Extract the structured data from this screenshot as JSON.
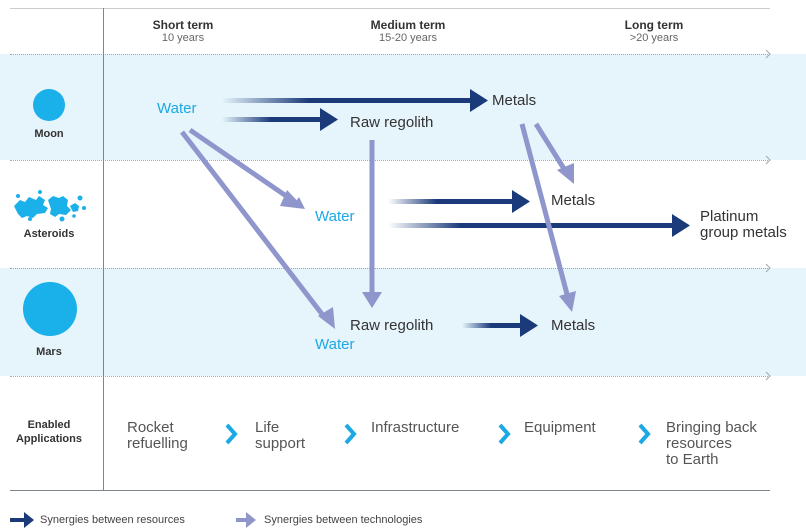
{
  "columns": [
    {
      "title": "Short term",
      "sub": "10 years"
    },
    {
      "title": "Medium term",
      "sub": "15-20 years"
    },
    {
      "title": "Long term",
      "sub": ">20 years"
    }
  ],
  "rows": {
    "moon": "Moon",
    "asteroids": "Asteroids",
    "mars": "Mars",
    "applications": "Enabled\nApplications"
  },
  "nodes": {
    "moon_water": "Water",
    "moon_metals": "Metals",
    "moon_regolith": "Raw regolith",
    "ast_water": "Water",
    "ast_metals": "Metals",
    "ast_platinum": "Platinum\ngroup metals",
    "mars_regolith": "Raw regolith",
    "mars_water": "Water",
    "mars_metals": "Metals"
  },
  "applications": [
    "Rocket\nrefuelling",
    "Life\nsupport",
    "Infrastructure",
    "Equipment",
    "Bringing back\nresources\nto Earth"
  ],
  "legend": {
    "resources": "Synergies between resources",
    "technologies": "Synergies between technologies"
  },
  "colors": {
    "band": "#e6f4fb",
    "dark_arrow": "#1b3a7a",
    "light_arrow": "#8f96cc",
    "water": "#1ba8e6",
    "planet": "#1ab0ea"
  }
}
